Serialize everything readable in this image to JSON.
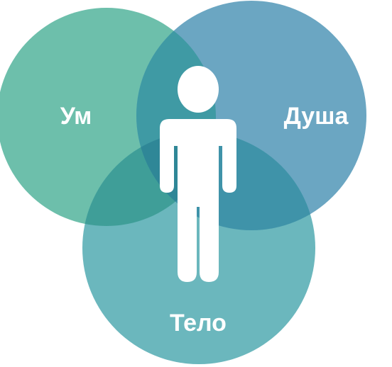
{
  "diagram": {
    "type": "venn",
    "circles": [
      {
        "id": "mind",
        "label": "Ум",
        "color": "#6dbfab"
      },
      {
        "id": "soul",
        "label": "Душа",
        "color": "#6ba6c2"
      },
      {
        "id": "body",
        "label": "Тело",
        "color": "#6bb7bd"
      }
    ],
    "overlap_colors": {
      "mind_soul": "#3f9aa4",
      "mind_body": "#3f9e98",
      "soul_body": "#3f93a9",
      "all": "#2f8797"
    },
    "center_icon": "person-icon"
  }
}
